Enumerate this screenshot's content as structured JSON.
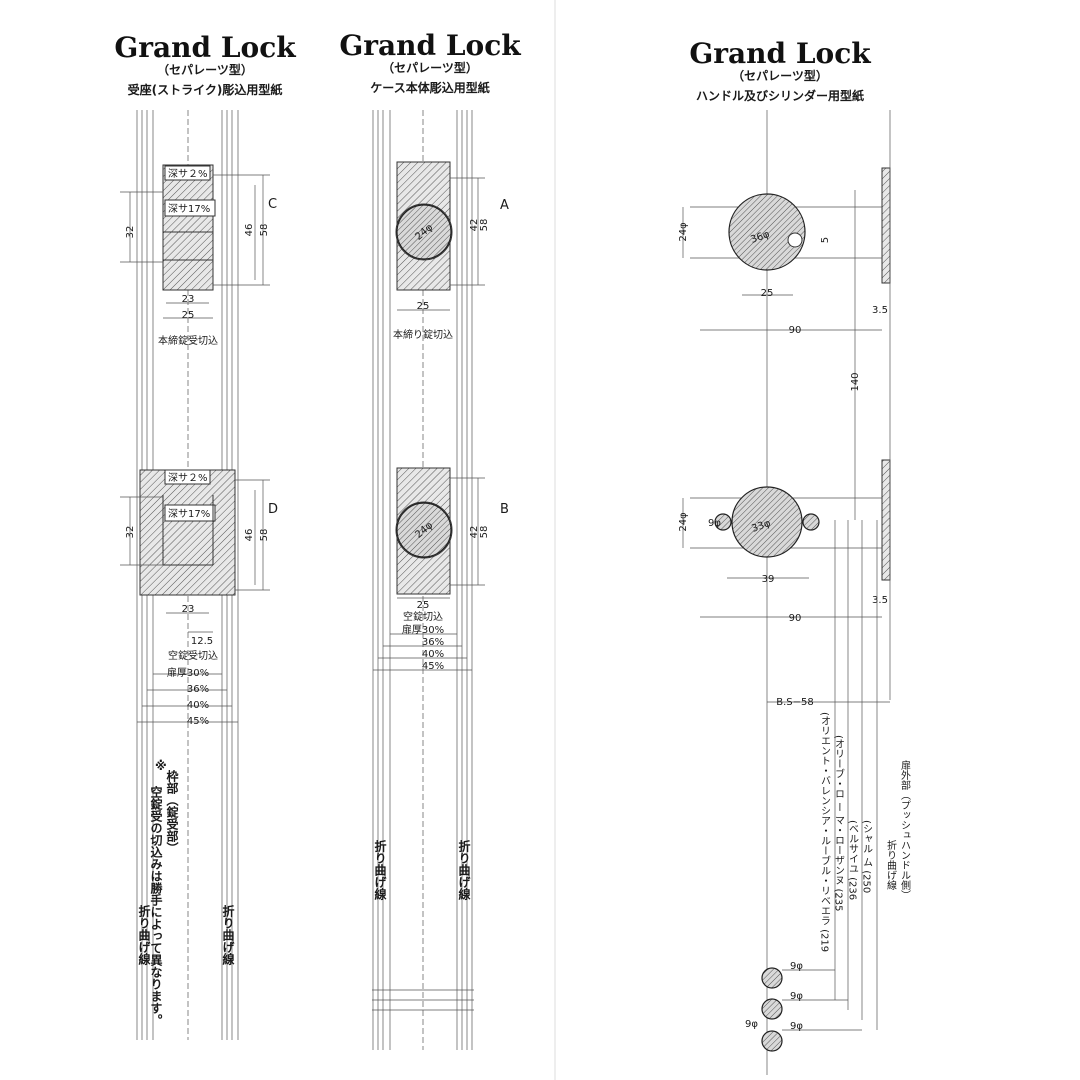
{
  "panels": {
    "strike": {
      "brand": "Grand Lock",
      "type": "（セパレーツ型）",
      "title": "受座(ストライク)彫込用型紙",
      "c": {
        "letter": "C",
        "depth1": "深サ２%",
        "depth2": "深サ17%",
        "h32": "32",
        "h46": "46",
        "h58": "58",
        "w23": "23",
        "w25": "25",
        "caption": "本締錠受切込"
      },
      "d": {
        "letter": "D",
        "depth1": "深サ２%",
        "depth2": "深サ17%",
        "h32": "32",
        "h46": "46",
        "h58": "58",
        "w23": "23",
        "w12_5": "12.5",
        "caption": "空錠受切込"
      },
      "thickness": [
        "扉厚30%",
        "36%",
        "40%",
        "45%"
      ],
      "note_mark": "※",
      "note1": "枠部（錠受部）",
      "note2": "空錠受の切込みは勝手によって異なります。",
      "fold_left": "折り曲げ線",
      "fold_right": "折り曲げ線"
    },
    "case": {
      "brand": "Grand Lock",
      "type": "（セパレーツ型）",
      "title": "ケース本体彫込用型紙",
      "a": {
        "letter": "A",
        "dia": "24φ",
        "h42": "42",
        "h58": "58",
        "w25": "25",
        "caption": "本締り錠切込"
      },
      "b": {
        "letter": "B",
        "dia": "24φ",
        "h42": "42",
        "h58": "58",
        "w25": "25",
        "caption": "空錠切込"
      },
      "thickness": [
        "扉厚30%",
        "36%",
        "40%",
        "45%"
      ],
      "fold_left": "折り曲げ線",
      "fold_right": "折り曲げ線"
    },
    "handle": {
      "brand": "Grand Lock",
      "type": "（セパレーツ型）",
      "title": "ハンドル及びシリンダー用型紙",
      "top": {
        "d24": "24φ",
        "d36": "36φ",
        "d5": "5",
        "w25": "25",
        "w90": "90",
        "t3_5": "3.5"
      },
      "gap140": "140",
      "bottom": {
        "d24": "24φ",
        "d9": "9φ",
        "d33": "33φ",
        "w39": "39",
        "w90": "90",
        "t3_5": "3.5"
      },
      "bs": "B.S−58",
      "models": [
        "(オリエント・バレンシア・ルーブル・リベエラ (219",
        "(オリーブ・ロ ー マ・ローザンヌ (235",
        "(ベルサイユ (236",
        "(シャル ム (250"
      ],
      "door_outside": "扉外部（プッシュハンドル側）",
      "fold": "折り曲げ線",
      "holes": [
        "9φ",
        "9φ",
        "9φ",
        "9φ"
      ]
    }
  }
}
